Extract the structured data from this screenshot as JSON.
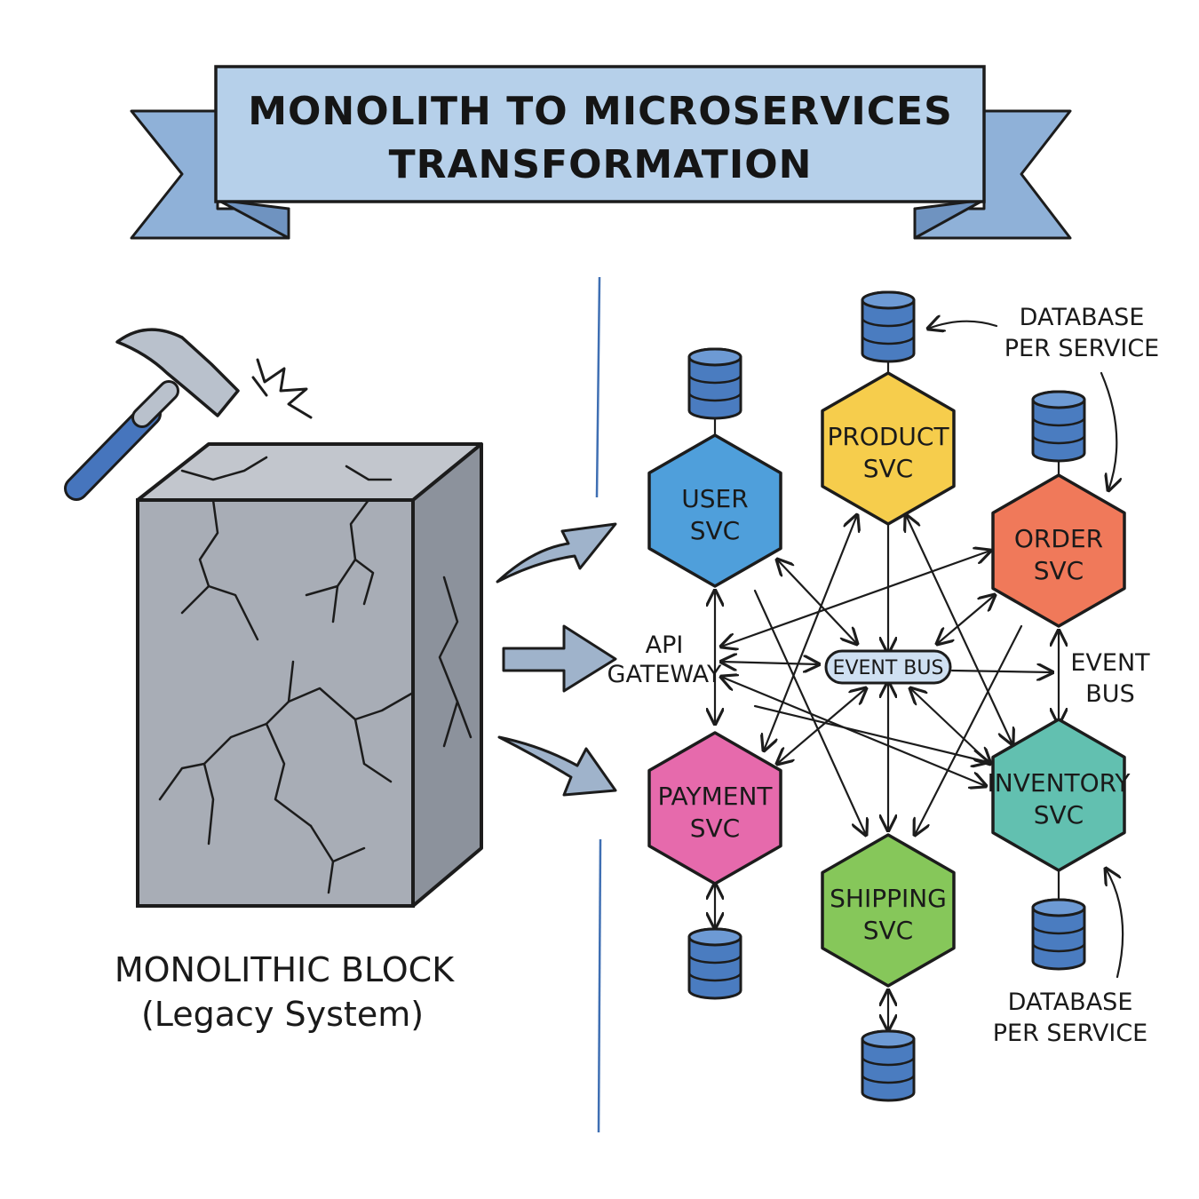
{
  "title": {
    "line1": "MONOLITH TO MICROSERVICES",
    "line2": "TRANSFORMATION"
  },
  "monolith": {
    "label": "MONOLITHIC BLOCK",
    "sublabel": "(Legacy System)",
    "icon": "hammer-icon"
  },
  "gateway": {
    "line1": "API",
    "line2": "GATEWAY"
  },
  "event_bus": {
    "center_label": "EVENT BUS",
    "side_line1": "EVENT",
    "side_line2": "BUS"
  },
  "services": [
    {
      "id": "user",
      "line1": "USER",
      "line2": "SVC",
      "color": "#4f9fdb"
    },
    {
      "id": "product",
      "line1": "PRODUCT",
      "line2": "SVC",
      "color": "#f6cd4c"
    },
    {
      "id": "order",
      "line1": "ORDER",
      "line2": "SVC",
      "color": "#f0795a"
    },
    {
      "id": "payment",
      "line1": "PAYMENT",
      "line2": "SVC",
      "color": "#e66aac"
    },
    {
      "id": "inventory",
      "line1": "INVENTORY",
      "line2": "SVC",
      "color": "#62c0b0"
    },
    {
      "id": "shipping",
      "line1": "SHIPPING",
      "line2": "SVC",
      "color": "#86c75a"
    }
  ],
  "notes": {
    "db_top": {
      "line1": "DATABASE",
      "line2": "PER SERVICE"
    },
    "db_bottom": {
      "line1": "DATABASE",
      "line2": "PER SERVICE"
    }
  },
  "colors": {
    "banner": "#b6d0ea",
    "banner_dark": "#8fb1d8",
    "monolith_front": "#a8adb6",
    "monolith_side": "#8c929c",
    "monolith_top": "#c2c6cd",
    "database": "#4a7cc0",
    "divider": "#3f6fb3",
    "arrow_fill": "#9fb3cb",
    "bus_fill": "#cfe0f2"
  }
}
